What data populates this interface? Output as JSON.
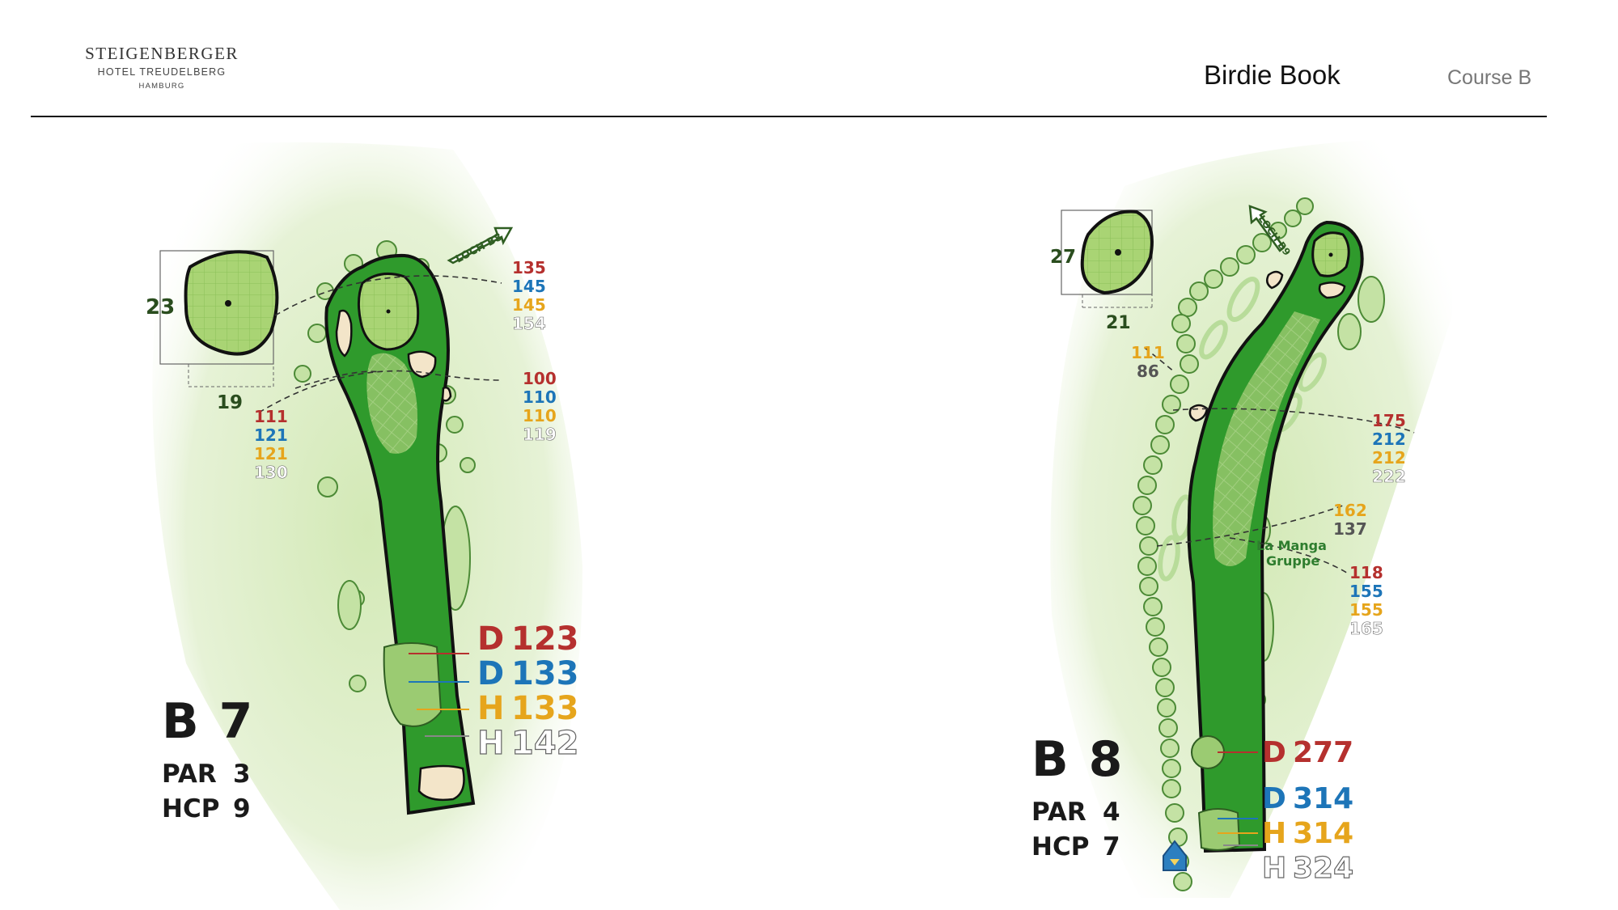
{
  "header": {
    "logo": {
      "main": "STEIGENBERGER",
      "sub": "HOTEL TREUDELBERG",
      "city": "HAMBURG"
    },
    "title": "Birdie Book",
    "course": "Course B"
  },
  "colors": {
    "red": "#b5302e",
    "blue": "#1d75b8",
    "yellow": "#e6a51c",
    "white": "#ffffff",
    "fairway": "#2f9a2c",
    "rough": "#dfeec8",
    "green_surface": "#9ccd63"
  },
  "holes": [
    {
      "name": "B 7",
      "par_label": "PAR",
      "par": "3",
      "hcp_label": "HCP",
      "hcp": "9",
      "green": {
        "depth": "23",
        "width": "19"
      },
      "next_hole": "LOCH B8",
      "tees": [
        {
          "tee": "D",
          "distance": "123",
          "color": "red"
        },
        {
          "tee": "D",
          "distance": "133",
          "color": "blue"
        },
        {
          "tee": "H",
          "distance": "133",
          "color": "yellow"
        },
        {
          "tee": "H",
          "distance": "142",
          "color": "white"
        }
      ],
      "markers": [
        {
          "values": [
            "135",
            "145",
            "145",
            "154"
          ]
        },
        {
          "values": [
            "100",
            "110",
            "110",
            "119"
          ]
        },
        {
          "values": [
            "111",
            "121",
            "121",
            "130"
          ]
        }
      ]
    },
    {
      "name": "B 8",
      "par_label": "PAR",
      "par": "4",
      "hcp_label": "HCP",
      "hcp": "7",
      "green": {
        "depth": "27",
        "width": "21"
      },
      "next_hole": "LOCH B9",
      "landmark": [
        "La Manga",
        "Gruppe"
      ],
      "tees": [
        {
          "tee": "D",
          "distance": "277",
          "color": "red"
        },
        {
          "tee": "D",
          "distance": "314",
          "color": "blue"
        },
        {
          "tee": "H",
          "distance": "314",
          "color": "yellow"
        },
        {
          "tee": "H",
          "distance": "324",
          "color": "white"
        }
      ],
      "markers": [
        {
          "values": [
            "111",
            "86"
          ],
          "colors": [
            "yellow",
            "gray"
          ]
        },
        {
          "values": [
            "175",
            "212",
            "212",
            "222"
          ]
        },
        {
          "values": [
            "162",
            "137"
          ],
          "colors": [
            "yellow",
            "gray"
          ]
        },
        {
          "values": [
            "118",
            "155",
            "155",
            "165"
          ]
        }
      ]
    }
  ]
}
